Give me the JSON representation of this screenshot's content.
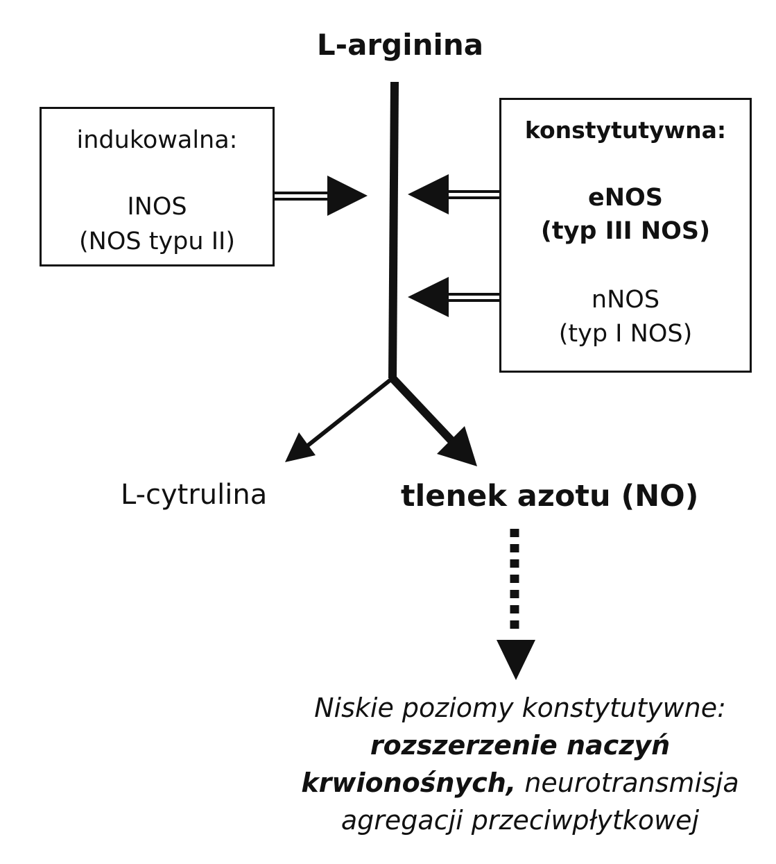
{
  "title": "L-arginina",
  "inducible_box": {
    "heading": "indukowalna:",
    "enzyme": "INOS",
    "enzyme_type": "(NOS typu II)"
  },
  "constitutive_box": {
    "heading": "konstytutywna:",
    "enzyme1": "eNOS",
    "enzyme1_type": "(typ III NOS)",
    "enzyme2": "nNOS",
    "enzyme2_type": "(typ I NOS)"
  },
  "products": {
    "left": "L-cytrulina",
    "right": "tlenek azotu (NO)"
  },
  "effects": {
    "line1": "Niskie poziomy konstytutywne:",
    "line2_bold": "rozszerzenie naczyń",
    "line3_bold": "krwionośnych,",
    "line3_rest": " neurotransmisja",
    "line4": "agregacji przeciwpłytkowej"
  },
  "colors": {
    "ink": "#111111",
    "background": "#ffffff"
  }
}
